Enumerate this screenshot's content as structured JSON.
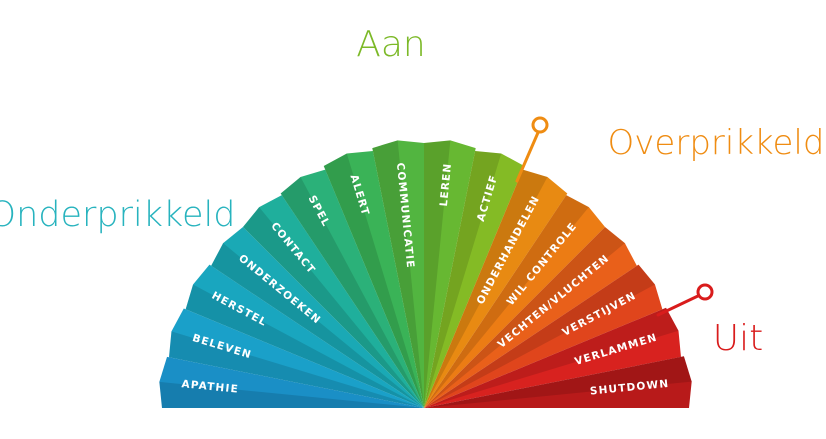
{
  "zones": {
    "aan": "Aan",
    "onderprikkeld": "Onderprikkeld",
    "overprikkeld": "Overprikkeld",
    "uit": "Uit"
  },
  "colors": {
    "aan": "#7cb928",
    "onderprikkeld": "#27b3be",
    "overprikkeld": "#ef8c12",
    "uit": "#d91c1c"
  },
  "segments": [
    {
      "label": "APATHIE",
      "color": "#1a8fc6"
    },
    {
      "label": "BELEVEN",
      "color": "#1aa0c9"
    },
    {
      "label": "HERSTEL",
      "color": "#19a6bf"
    },
    {
      "label": "ONDERZOEKEN",
      "color": "#1aa9b5"
    },
    {
      "label": "CONTACT",
      "color": "#1faf9c"
    },
    {
      "label": "SPEL",
      "color": "#2bb179"
    },
    {
      "label": "ALERT",
      "color": "#3ab357"
    },
    {
      "label": "COMMUNICATIE",
      "color": "#52b540"
    },
    {
      "label": "LEREN",
      "color": "#67b832"
    },
    {
      "label": "ACTIEF",
      "color": "#84bb25"
    },
    {
      "label": "ONDERHANDELEN",
      "color": "#e88a12"
    },
    {
      "label": "WIL CONTROLE",
      "color": "#ec7c14"
    },
    {
      "label": "VECHTEN/VLUCHTEN",
      "color": "#e9601a"
    },
    {
      "label": "VERSTIJVEN",
      "color": "#e0451c"
    },
    {
      "label": "VERLAMMEN",
      "color": "#d8221f"
    },
    {
      "label": "SHUTDOWN",
      "color": "#b81a1a"
    }
  ]
}
